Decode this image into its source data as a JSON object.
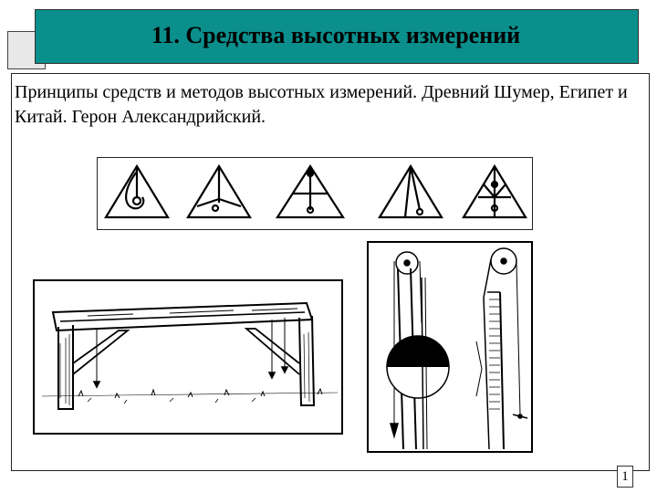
{
  "slide": {
    "title": "11. Средства высотных измерений",
    "body_text": "Принципы средств и методов высотных измерений. Древний Шумер, Египет и Китай. Герон Александрийский.",
    "page_number": "1"
  },
  "colors": {
    "title_bar": "#0a8f8c",
    "ink": "#000000",
    "background": "#ffffff"
  },
  "figures": {
    "triangles": [
      "triangle-level-1",
      "triangle-level-2",
      "triangle-level-3",
      "triangle-level-4",
      "triangle-level-5"
    ],
    "bench": "water-level-bench-icon",
    "dioptra": "heron-dioptra-icon"
  }
}
